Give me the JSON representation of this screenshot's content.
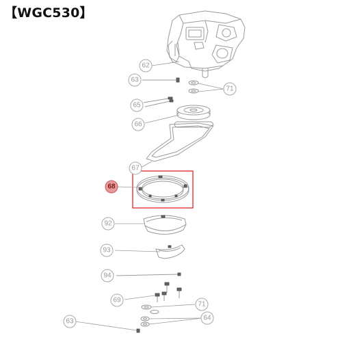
{
  "title": "【WGC530】",
  "highlight": {
    "part": "68",
    "color": "#e01010",
    "marker_color": "#e89a9a"
  },
  "callouts": [
    {
      "id": "62",
      "label": "62"
    },
    {
      "id": "63a",
      "label": "63"
    },
    {
      "id": "71a",
      "label": "71"
    },
    {
      "id": "65",
      "label": "65"
    },
    {
      "id": "66",
      "label": "66"
    },
    {
      "id": "67",
      "label": "67"
    },
    {
      "id": "68",
      "label": "68"
    },
    {
      "id": "92",
      "label": "92"
    },
    {
      "id": "93",
      "label": "93"
    },
    {
      "id": "94",
      "label": "94"
    },
    {
      "id": "69",
      "label": "69"
    },
    {
      "id": "71b",
      "label": "71"
    },
    {
      "id": "64",
      "label": "64"
    },
    {
      "id": "63b",
      "label": "63"
    }
  ]
}
